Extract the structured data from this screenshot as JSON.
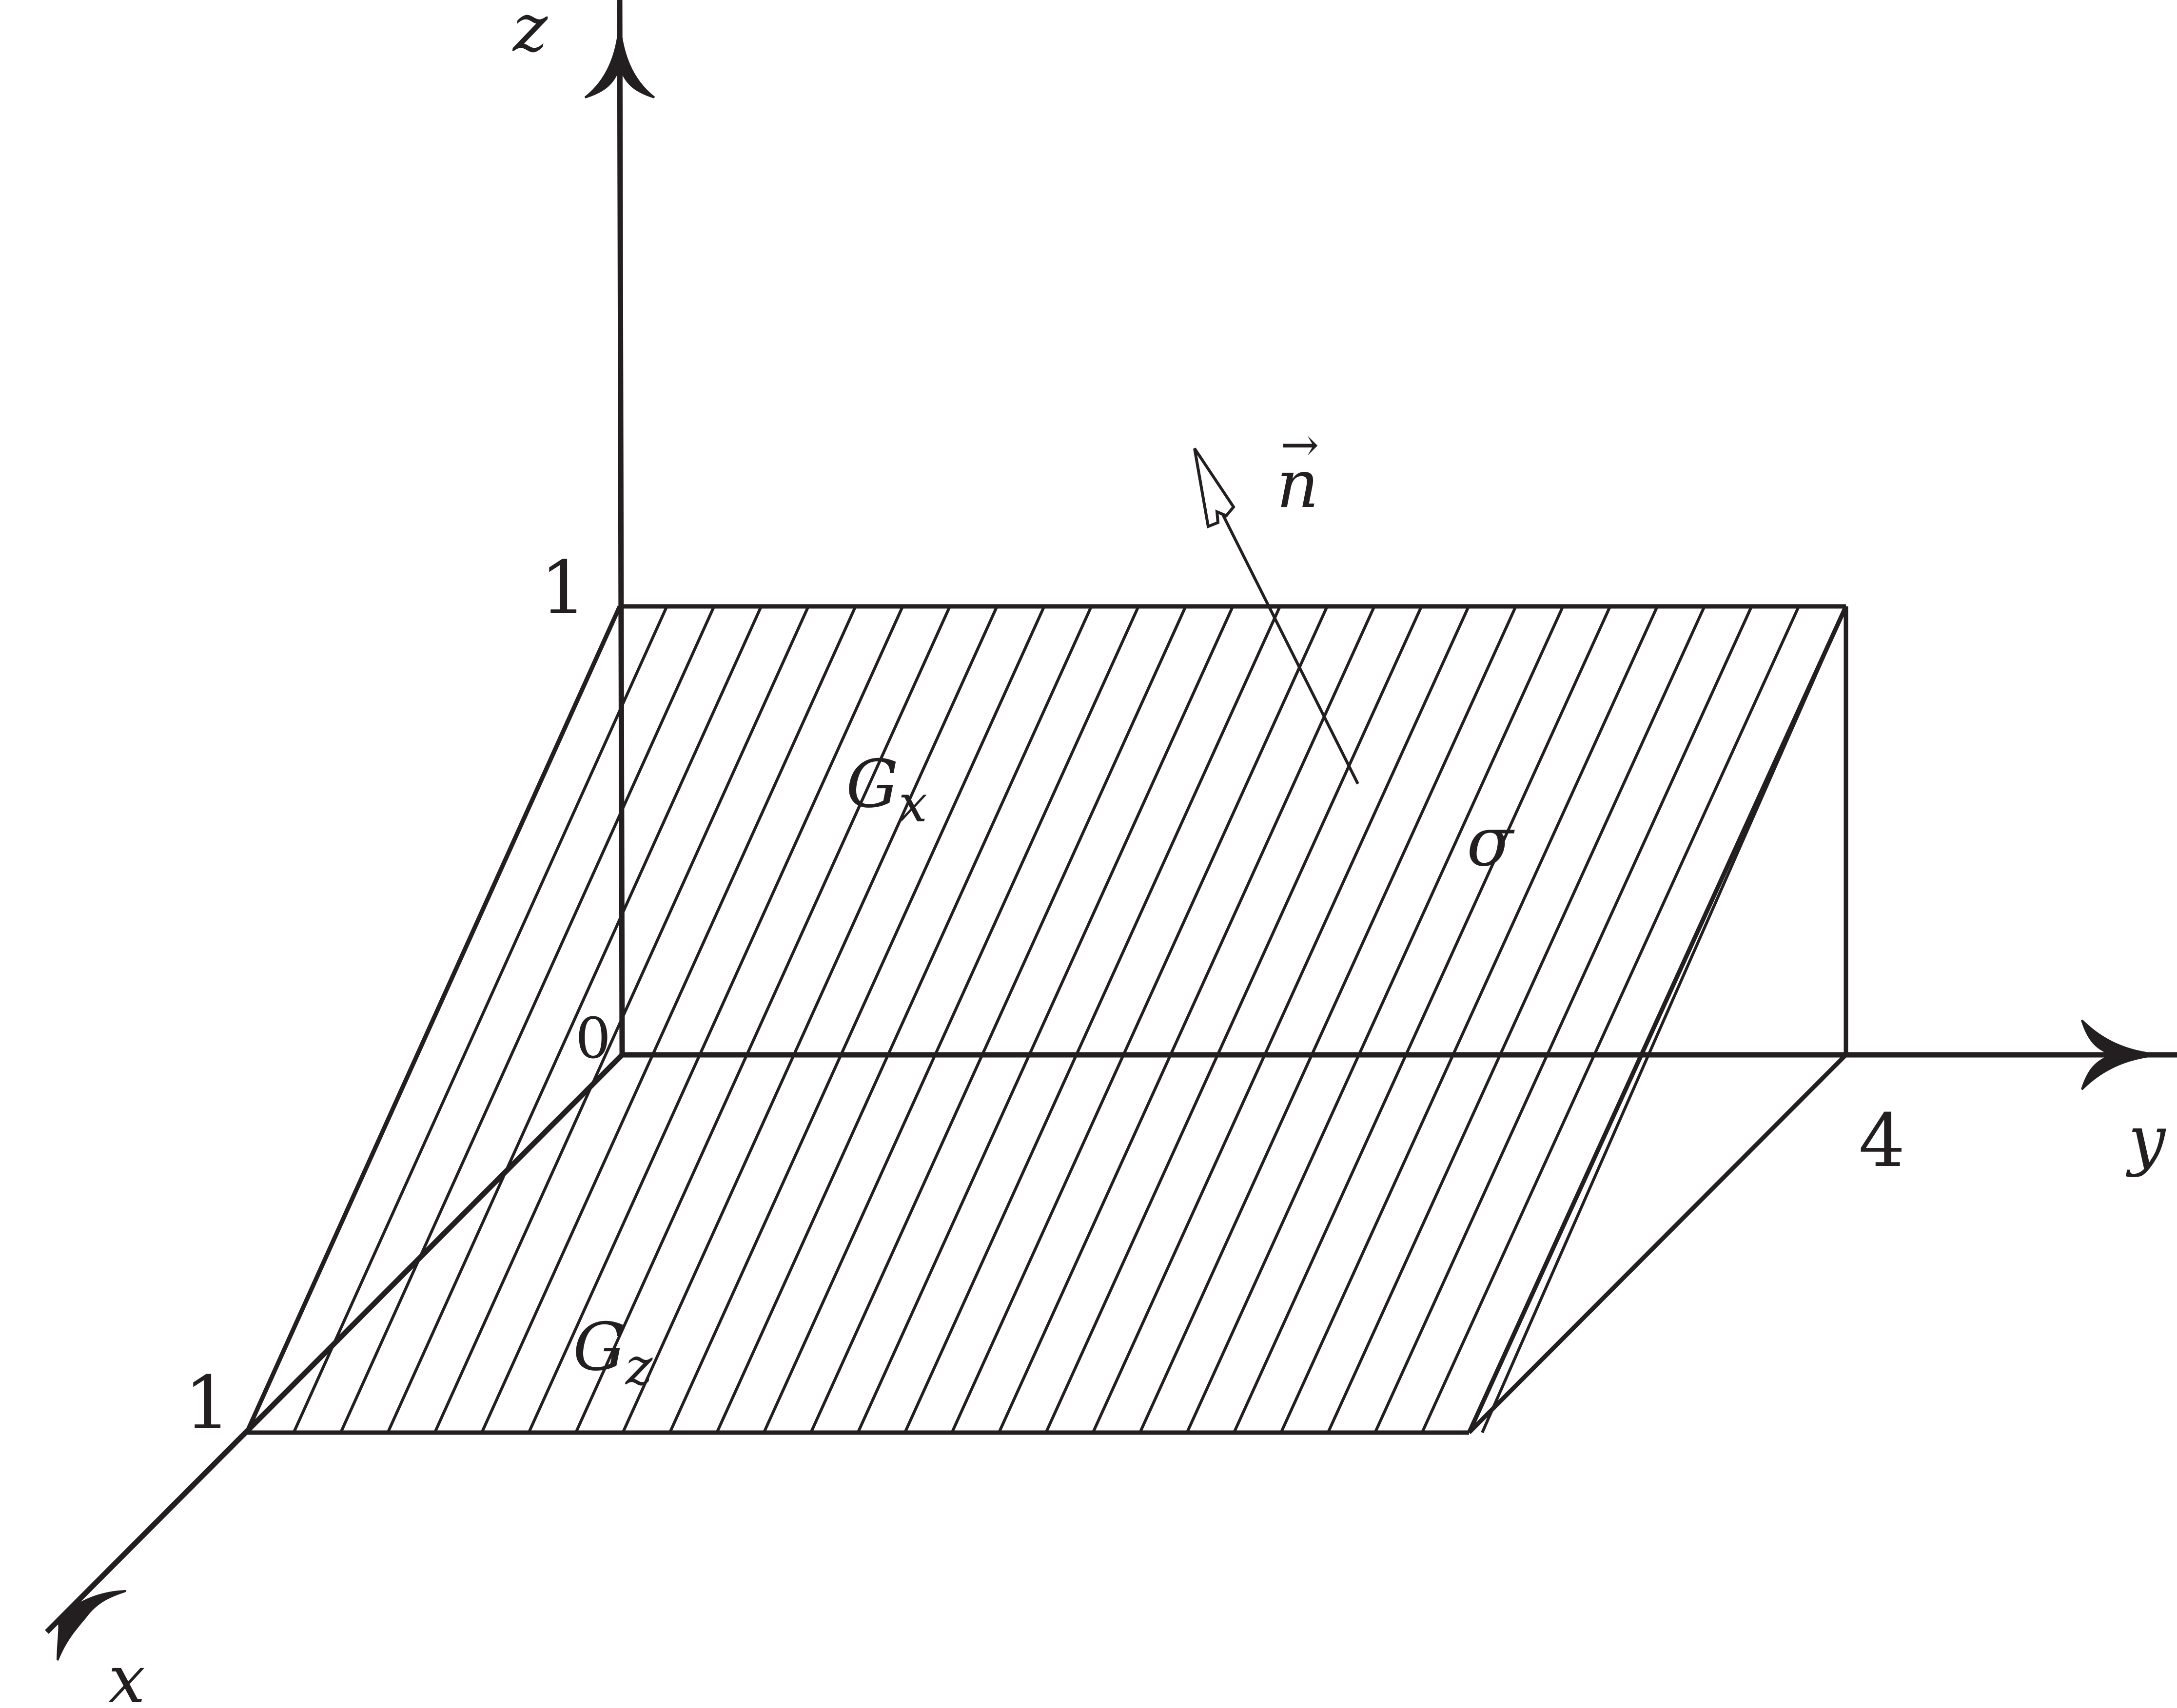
{
  "labels": {
    "axis_z": "z",
    "axis_y": "y",
    "axis_x": "x",
    "origin": "0",
    "tick_z_1": "1",
    "tick_x_1": "1",
    "tick_y_4": "4",
    "normal_n": "n",
    "normal_arrow": "→",
    "region_gx_main": "G",
    "region_gx_sub": "x",
    "region_gz_main": "G",
    "region_gz_sub": "z",
    "surface_sigma": "σ"
  },
  "colors": {
    "ink": "#231f20",
    "background": "#ffffff"
  }
}
